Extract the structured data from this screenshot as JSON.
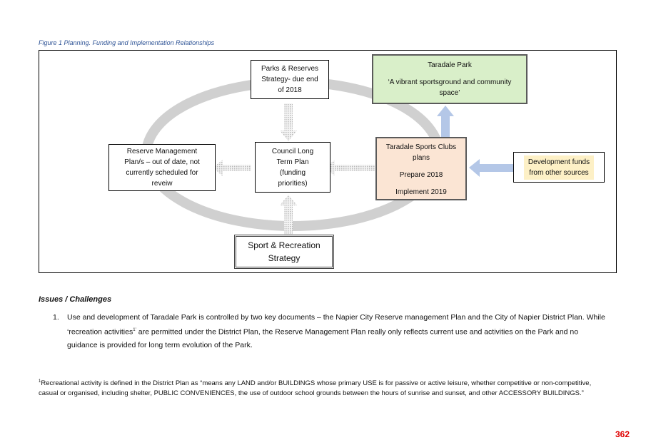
{
  "caption": "Figure 1 Planning. Funding and Implementation Relationships",
  "nodes": {
    "parks_strategy": [
      "Parks & Reserves",
      "Strategy- due end",
      "of 2018"
    ],
    "taradale_park": {
      "title": "Taradale Park",
      "subtitle": [
        "‘A vibrant sportsground and community",
        "space’"
      ]
    },
    "reserve_plan": [
      "Reserve Management",
      "Plan/s – out of date, not",
      "currently scheduled for",
      "reveiw"
    ],
    "council_ltp": [
      "Council Long",
      "Term Plan",
      "(funding",
      "priorities)"
    ],
    "sports_clubs": {
      "title": [
        "Taradale Sports Clubs",
        "plans"
      ],
      "prepare": "Prepare 2018",
      "implement": "Implement 2019"
    },
    "dev_funds": [
      "Development funds",
      "from other sources"
    ],
    "sport_strategy": [
      "Sport & Recreation",
      "Strategy"
    ]
  },
  "colors": {
    "green_box": "#d9efc9",
    "peach_box": "#fbe5d4",
    "yellow_box": "#fdf0c6",
    "blue_arrow": "#b4c7e7",
    "grey_ellipse": "#d0d0d0",
    "caption": "#2f5496",
    "page_number": "#e00000"
  },
  "issues": {
    "heading": "Issues / Challenges",
    "items": [
      {
        "number": "1.",
        "before_sup": "Use and development of Taradale Park is controlled by two key documents – the Napier City Reserve management Plan and the City of Napier District Plan. While ‘recreation activities",
        "sup": "1’",
        "after_sup": " are permitted under the District Plan, the Reserve Management Plan really only reflects current use and activities on the Park and no guidance is provided for long term evolution of the Park."
      }
    ]
  },
  "footnote": {
    "marker": "1",
    "text": "Recreational activity is defined in the District Plan as “means any LAND and/or BUILDINGS whose primary USE is for passive or active leisure, whether competitive or non-competitive, casual or organised, including shelter, PUBLIC CONVENIENCES, the use of outdoor school grounds between the hours of sunrise and sunset, and other ACCESSORY BUILDINGS.”"
  },
  "page_number": "362"
}
